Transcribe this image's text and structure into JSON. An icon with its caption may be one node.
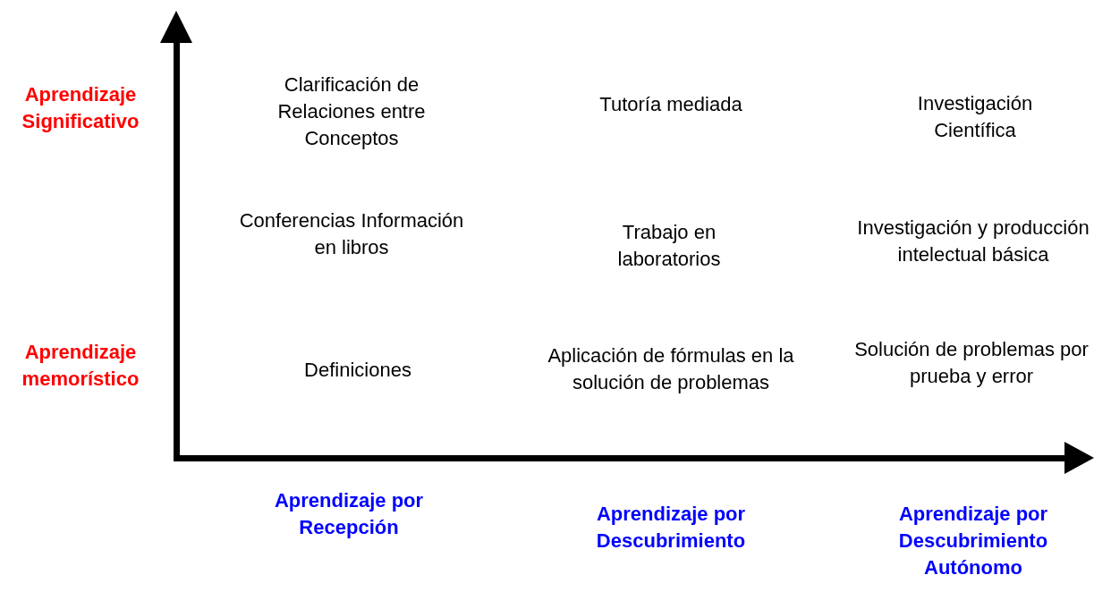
{
  "diagram": {
    "labels": [
      "Aprendizaje Significativo",
      "Clarificación de Relaciones entre Conceptos",
      "Tutoría mediada",
      "Investigación Científica",
      "Conferencias Información en libros",
      "Trabajo en laboratorios",
      "Investigación y producción intelectual básica",
      "Aprendizaje memorístico",
      "Definiciones",
      "Aplicación de fórmulas en la solución de problemas",
      "Solución de problemas por prueba y error",
      "Aprendizaje por Recepción",
      "Aprendizaje por Descubrimiento",
      "Aprendizaje por Descubrimiento Autónomo"
    ]
  }
}
